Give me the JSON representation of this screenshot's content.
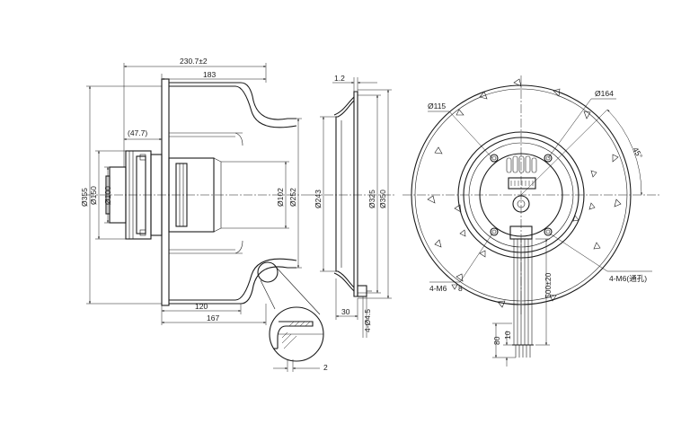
{
  "drawing": {
    "side_view": {
      "overall_length": "230.7±2",
      "impeller_length": "183",
      "hub_length": "(47.7)",
      "dia_355": "Ø355",
      "dia_150": "Ø150",
      "dia_100": "Ø100",
      "dia_102": "Ø102",
      "dia_252": "Ø252",
      "base_120": "120",
      "base_167": "167",
      "detail_thickness": "2"
    },
    "section_view": {
      "ring_thickness": "1.2",
      "dia_243": "Ø243",
      "dia_325": "Ø325",
      "dia_350": "Ø350",
      "flange_30": "30",
      "holes": "4-Ø4.5"
    },
    "front_view": {
      "dia_115": "Ø115",
      "dia_164": "Ø164",
      "angle": "45°",
      "thread_left": "4-M6",
      "thread_depth": "8",
      "thread_right": "4-M6(通孔)",
      "cable_length": "500±20",
      "lead_80": "80",
      "lead_10": "10"
    }
  }
}
